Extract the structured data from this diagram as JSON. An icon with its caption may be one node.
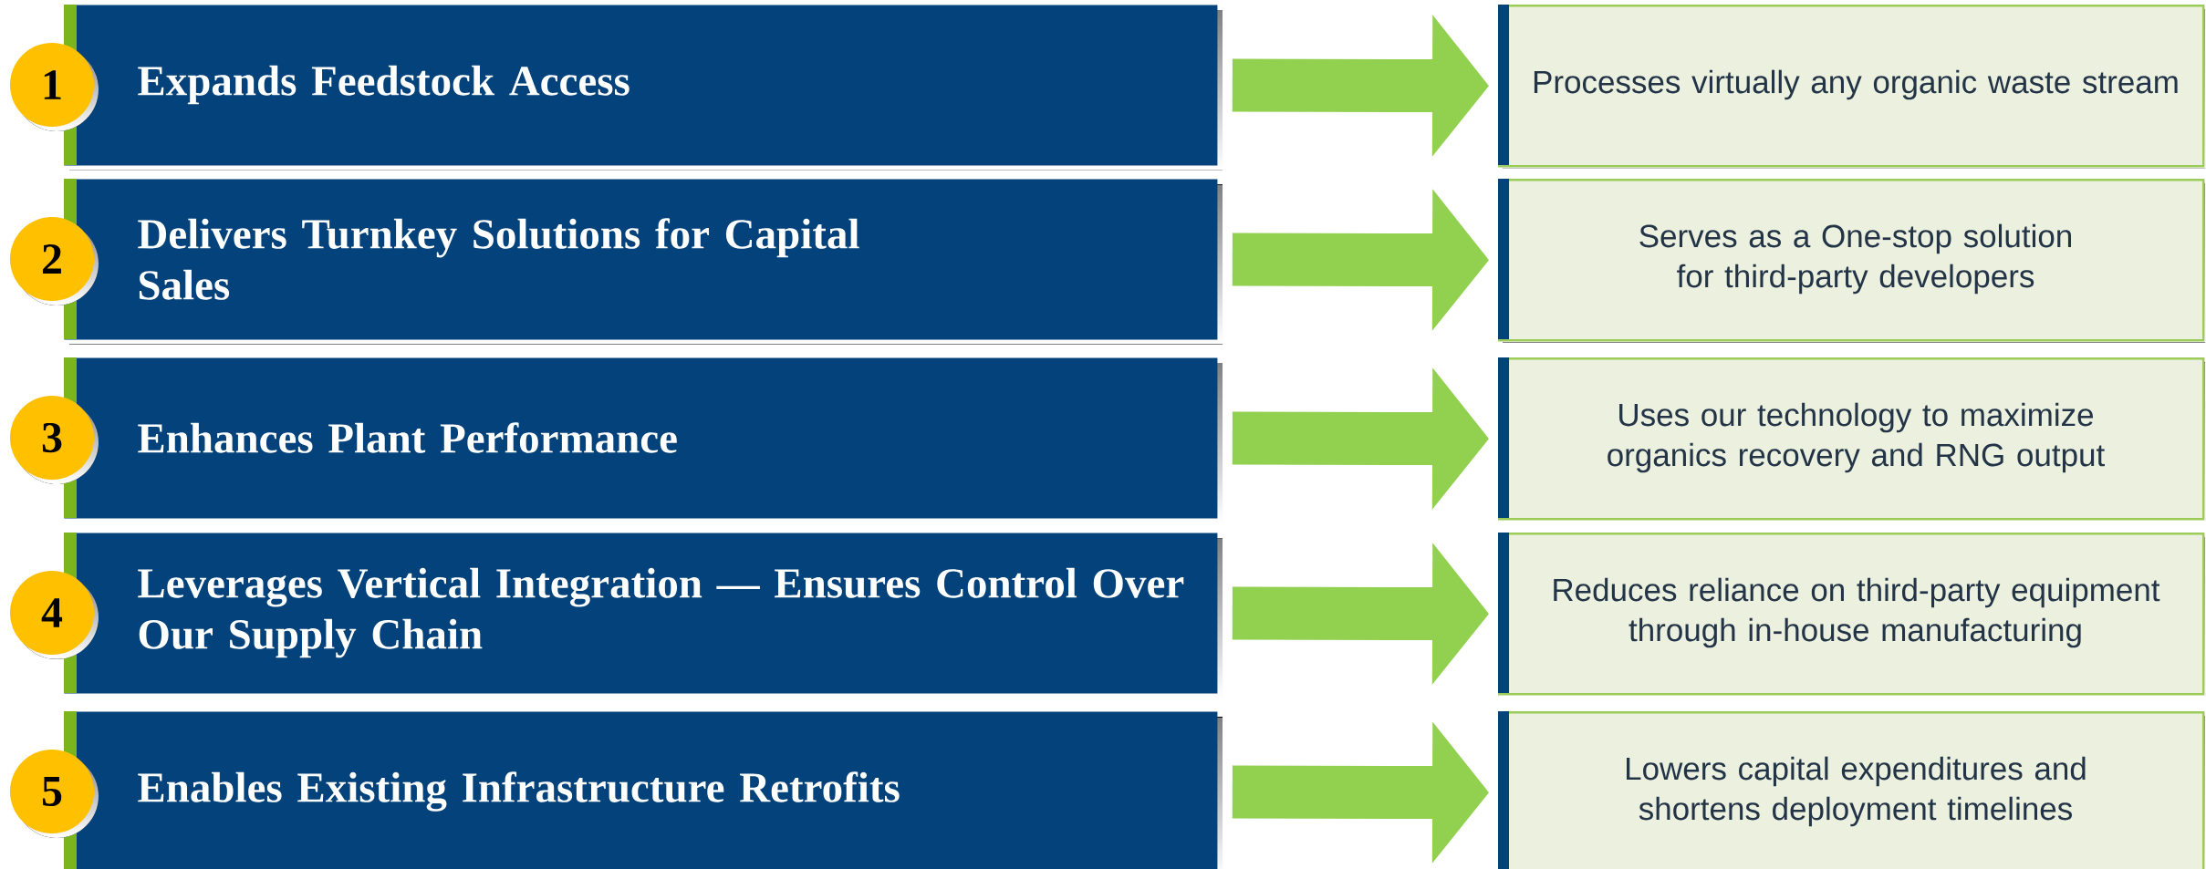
{
  "diagram": {
    "nodes": [
      {
        "text": [
          "1"
        ]
      },
      {
        "text": [
          "Expands Feedstock Access"
        ]
      },
      {
        "text": [
          "Processes virtually any organic waste stream"
        ]
      },
      {
        "text": [
          "2"
        ]
      },
      {
        "text": [
          "Delivers Turnkey Solutions for Capital Sales"
        ]
      },
      {
        "text": [
          "Serves as a One-stop solution for third-party developers"
        ]
      },
      {
        "text": [
          "3"
        ]
      },
      {
        "text": [
          "Enhances Plant Performance"
        ]
      },
      {
        "text": [
          "Uses our technology to maximize organics recovery and RNG output"
        ]
      },
      {
        "text": [
          "4"
        ]
      },
      {
        "text": [
          "Leverages Vertical Integration — Ensures Control Over Our Supply Chain"
        ]
      },
      {
        "text": [
          "Reduces reliance on third-party equipment through in-house manufacturing"
        ]
      },
      {
        "text": [
          "5"
        ]
      },
      {
        "text": [
          "Enables Existing Infrastructure Retrofits"
        ]
      },
      {
        "text": [
          "Lowers capital expenditures and shortens deployment timelines"
        ]
      }
    ],
    "edges": [
      {
        "from": 1,
        "to": 2,
        "arrow": "to"
      },
      {
        "from": 4,
        "to": 5,
        "arrow": "to"
      },
      {
        "from": 7,
        "to": 8,
        "arrow": "to"
      },
      {
        "from": 10,
        "to": 11,
        "arrow": "to"
      },
      {
        "from": 13,
        "to": 14,
        "arrow": "to"
      }
    ]
  }
}
